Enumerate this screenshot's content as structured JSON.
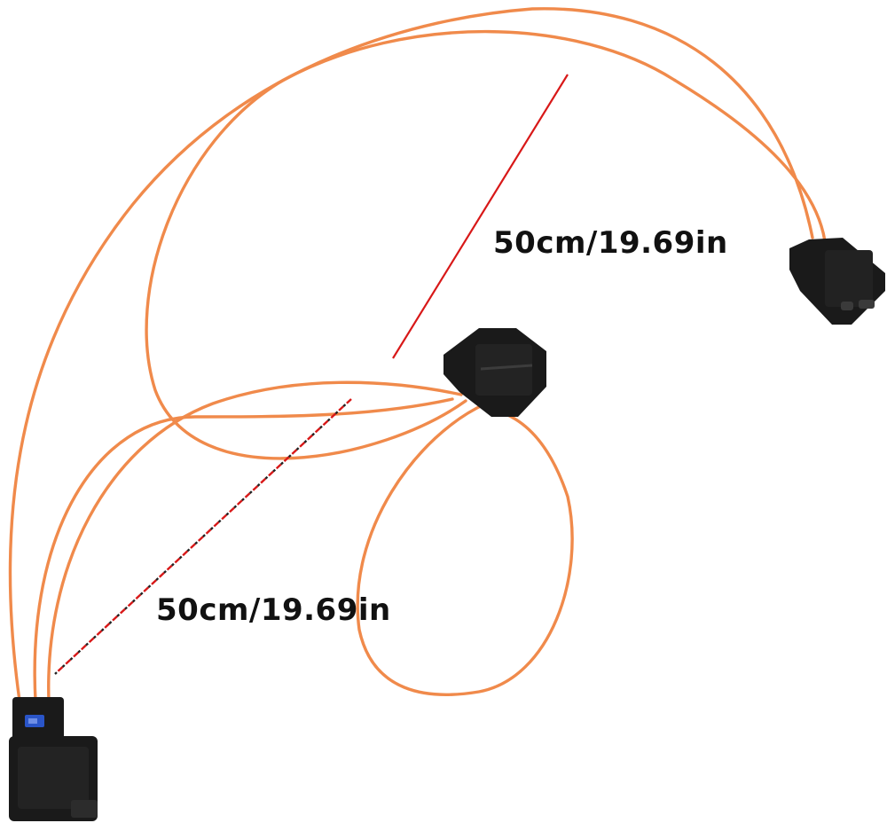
{
  "image": {
    "subject": "fiber optic cable assembly with connectors",
    "background_color": "#ffffff",
    "cable_color": "#f08a4b",
    "connector_color": "#1a1a1a",
    "latch_color": "#2a55c8",
    "measure_line_color": "#d81818"
  },
  "labels": {
    "top_length": "50cm/19.69in",
    "bottom_length": "50cm/19.69in"
  }
}
